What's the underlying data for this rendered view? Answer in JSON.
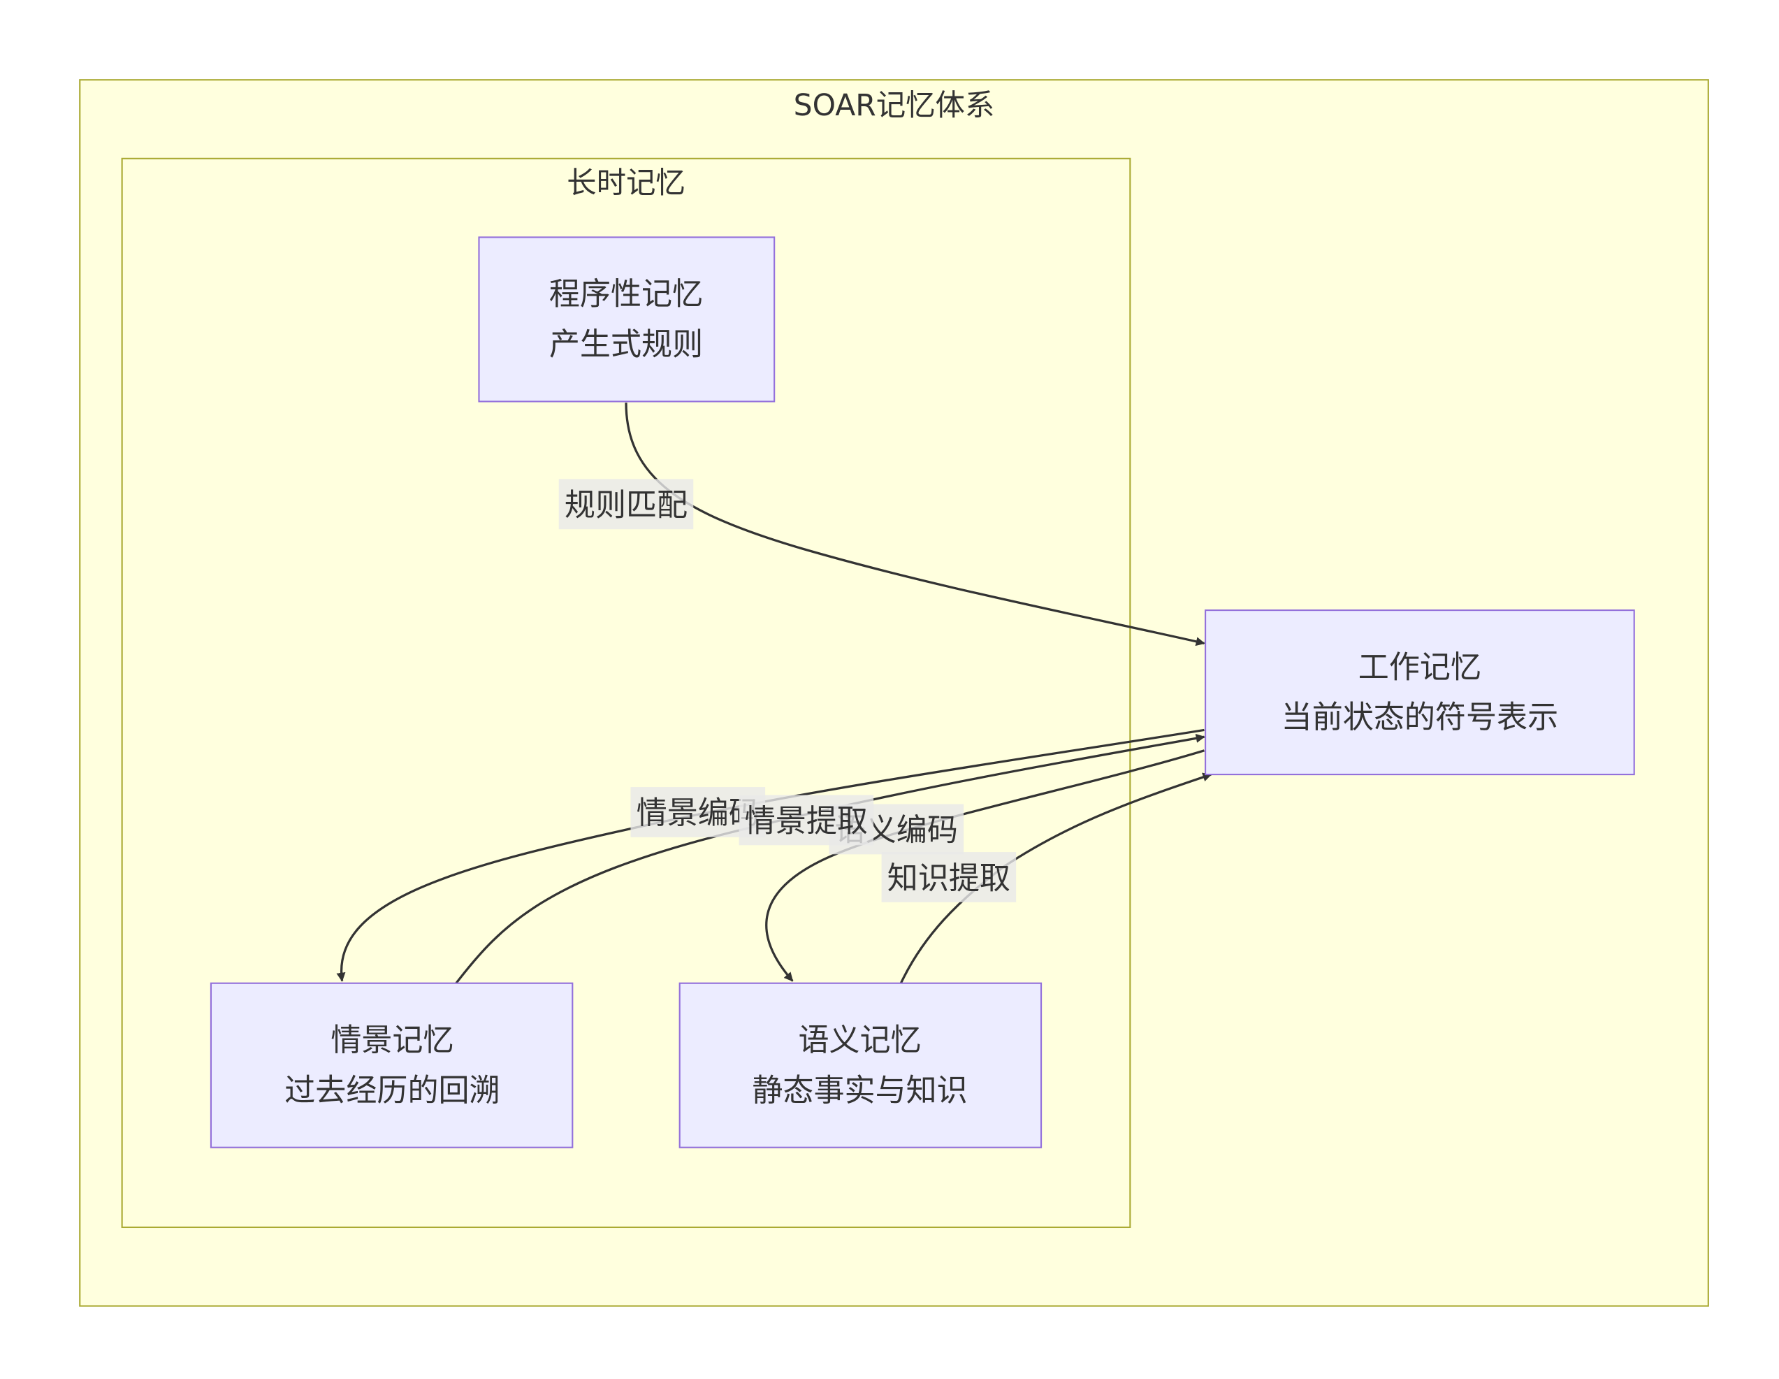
{
  "diagram": {
    "type": "flowchart",
    "clusters": {
      "outer": {
        "title": "SOAR记忆体系"
      },
      "inner": {
        "title": "长时记忆"
      }
    },
    "nodes": {
      "procedural": {
        "line1": "程序性记忆",
        "line2": "产生式规则"
      },
      "working": {
        "line1": "工作记忆",
        "line2": "当前状态的符号表示"
      },
      "episodic": {
        "line1": "情景记忆",
        "line2": "过去经历的回溯"
      },
      "semantic": {
        "line1": "语义记忆",
        "line2": "静态事实与知识"
      }
    },
    "edges": [
      {
        "from": "程序性记忆",
        "to": "工作记忆",
        "label": "规则匹配"
      },
      {
        "from": "工作记忆",
        "to": "情景记忆",
        "label": "情景编码"
      },
      {
        "from": "情景记忆",
        "to": "工作记忆",
        "label": "情景提取"
      },
      {
        "from": "工作记忆",
        "to": "语义记忆",
        "label": "语义编码"
      },
      {
        "from": "语义记忆",
        "to": "工作记忆",
        "label": "知识提取"
      }
    ],
    "colors": {
      "cluster_fill": "#ffffde",
      "cluster_stroke": "#aaaa33",
      "node_fill": "#ececff",
      "node_stroke": "#9370db",
      "edge": "#333333",
      "text": "#333333"
    }
  }
}
